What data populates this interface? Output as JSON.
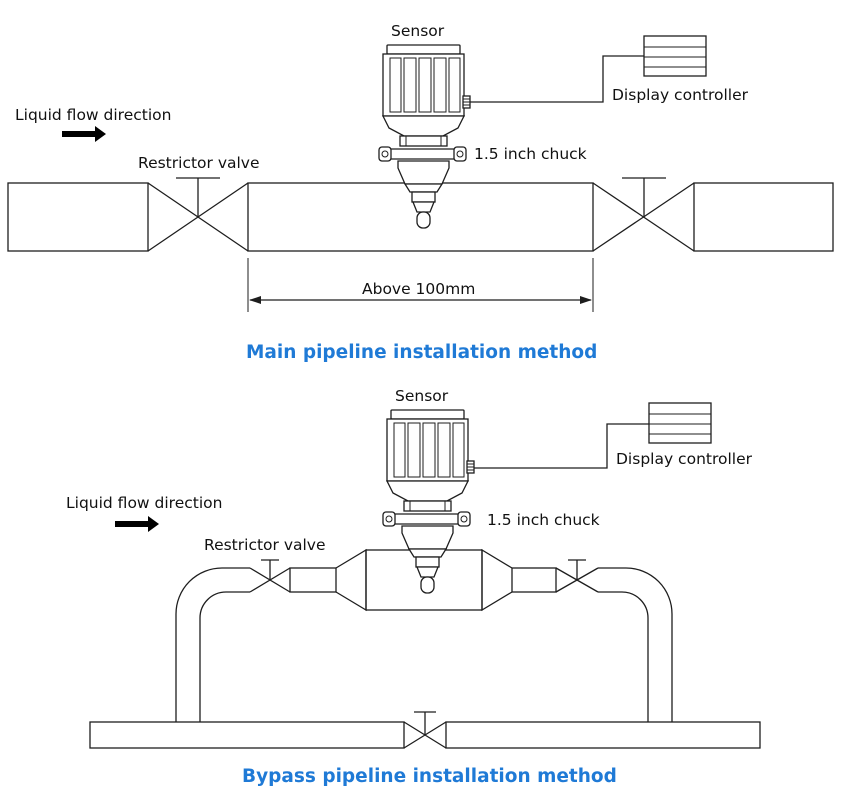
{
  "colors": {
    "caption": "#1f7ad6",
    "line": "#1e1e1e",
    "arrow": "#000000"
  },
  "main": {
    "sensor": "Sensor",
    "display_controller": "Display controller",
    "flow_direction": "Liquid flow direction",
    "restrictor_valve": "Restrictor valve",
    "chuck": "1.5 inch chuck",
    "dimension": "Above 100mm",
    "caption": "Main pipeline installation method"
  },
  "bypass": {
    "sensor": "Sensor",
    "display_controller": "Display controller",
    "flow_direction": "Liquid flow direction",
    "restrictor_valve": "Restrictor valve",
    "chuck": "1.5 inch chuck",
    "caption": "Bypass pipeline installation method"
  }
}
